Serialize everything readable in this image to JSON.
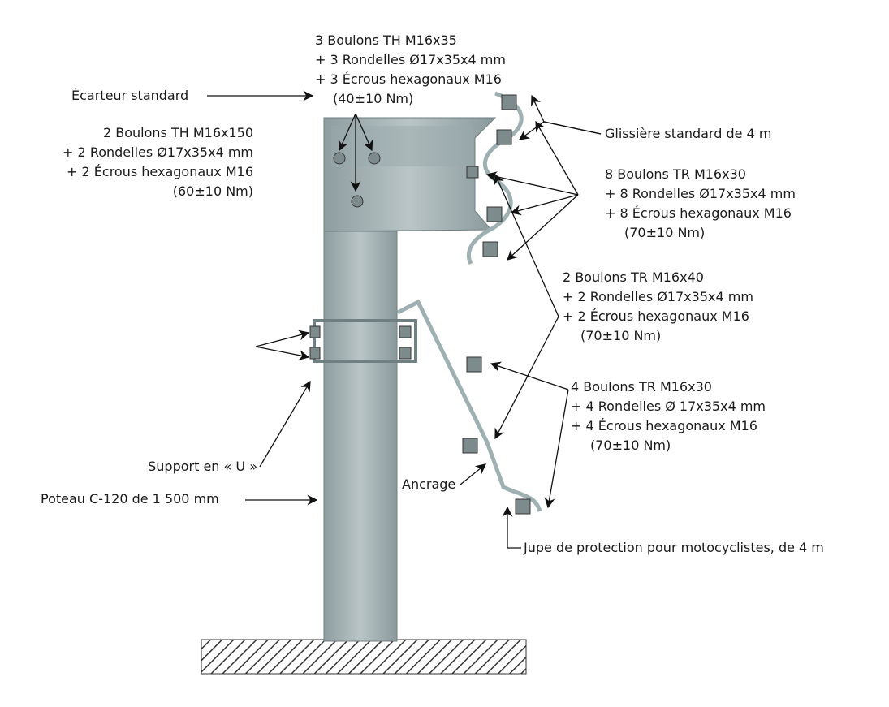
{
  "labels": {
    "top_bolts": [
      "3 Boulons TH M16x35",
      "+ 3 Rondelles Ø17x35x4 mm",
      "+ 3 Écrous hexagonaux M16",
      "(40±10 Nm)"
    ],
    "spacer": "Écarteur standard",
    "spacer_bolts": [
      "2 Boulons TH M16x150",
      "+ 2 Rondelles Ø17x35x4 mm",
      "+ 2 Écrous hexagonaux M16",
      "(60±10 Nm)"
    ],
    "rail": "Glissière standard de 4 m",
    "rail_bolts": [
      "8 Boulons TR M16x30",
      "+ 8 Rondelles Ø17x35x4 mm",
      "+ 8 Écrous hexagonaux M16",
      "(70±10 Nm)"
    ],
    "u_bolts": [
      "2 Boulons TR M16x40",
      "+ 2 Rondelles Ø17x35x4 mm",
      "+ 2 Écrous hexagonaux M16",
      "(70±10 Nm)"
    ],
    "skirt_bolts": [
      "4 Boulons TR M16x30",
      "+ 4 Rondelles Ø 17x35x4 mm",
      "+ 4 Écrous hexagonaux M16",
      "(70±10 Nm)"
    ],
    "u_support": "Support en « U »",
    "post": "Poteau C-120 de 1 500 mm",
    "anchor": "Ancrage",
    "skirt": "Jupe de protection pour motocyclistes, de 4 m"
  },
  "colors": {
    "steel": "#a7b5b7",
    "steel_dark": "#6f7f82",
    "ink": "#1a1a1a"
  }
}
